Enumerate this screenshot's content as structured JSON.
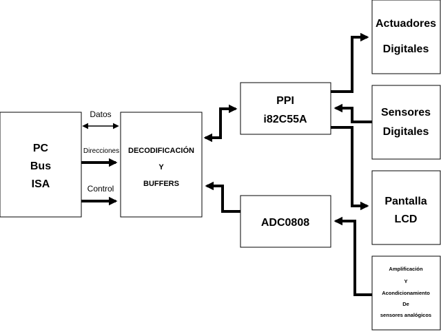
{
  "blocks": {
    "pc": {
      "lines": [
        "PC",
        "Bus",
        "ISA"
      ]
    },
    "decod": {
      "lines": [
        "DECODIFICACIÓN",
        "Y",
        "BUFFERS"
      ]
    },
    "ppi": {
      "lines": [
        "PPI",
        "i82C55A"
      ]
    },
    "adc": {
      "lines": [
        "ADC0808"
      ]
    },
    "actuadores": {
      "lines": [
        "Actuadores",
        "Digitales"
      ]
    },
    "sensores": {
      "lines": [
        "Sensores",
        "Digitales"
      ]
    },
    "pantalla": {
      "lines": [
        "Pantalla",
        "LCD"
      ]
    },
    "amplif": {
      "lines": [
        "Amplificación",
        "Y",
        "Acondicionamiento",
        "De",
        "sensores analógicos"
      ]
    }
  },
  "signals": {
    "datos": "Datos",
    "direcciones": "Direcciones",
    "control": "Control"
  }
}
